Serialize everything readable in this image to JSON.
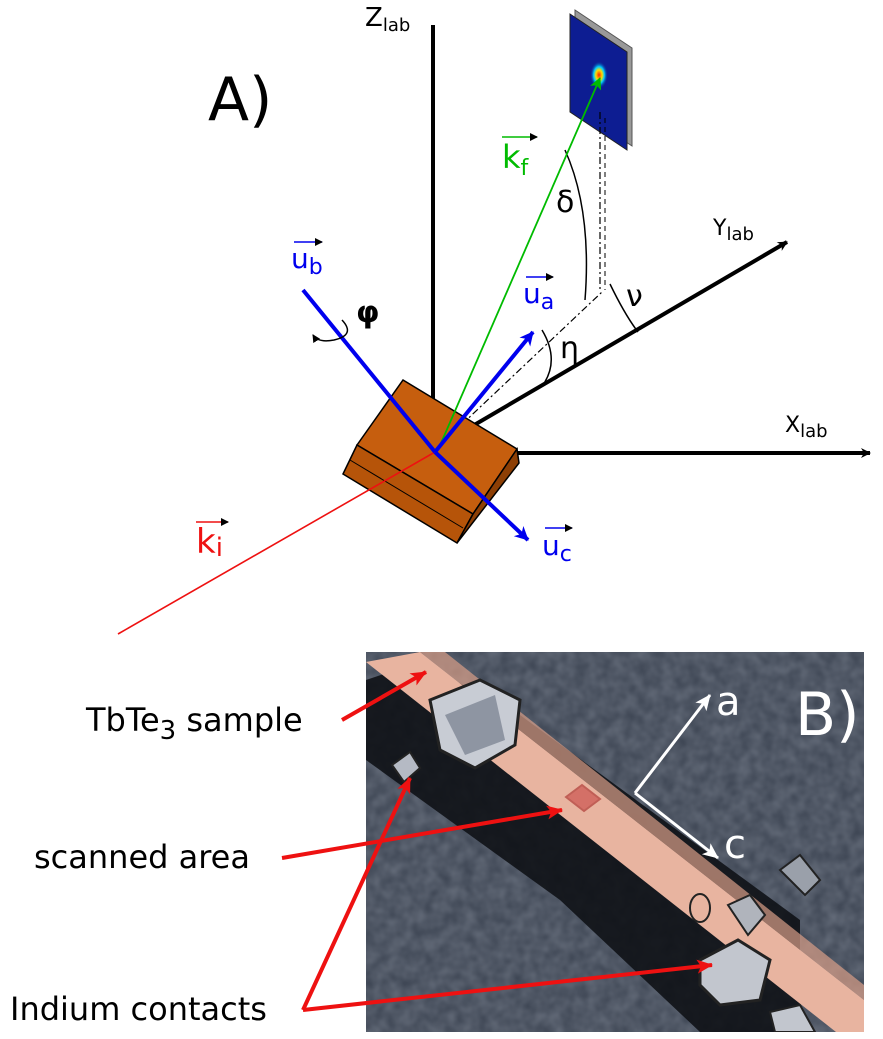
{
  "panel_a": {
    "label": "A)",
    "axes": {
      "z": {
        "main": "Z",
        "sub": "lab"
      },
      "y": {
        "main": "Y",
        "sub": "lab"
      },
      "x": {
        "main": "X",
        "sub": "lab"
      }
    },
    "vectors": {
      "ki": {
        "main": "k",
        "sub": "i",
        "color": "#ff0000"
      },
      "kf": {
        "main": "k",
        "sub": "f",
        "color": "#00bb00"
      },
      "ua": {
        "main": "u",
        "sub": "a",
        "color": "#0000ee"
      },
      "ub": {
        "main": "u",
        "sub": "b",
        "color": "#0000ee"
      },
      "uc": {
        "main": "u",
        "sub": "c",
        "color": "#0000ee"
      }
    },
    "angles": {
      "phi": "φ",
      "delta": "δ",
      "nu": "ν",
      "eta": "η"
    },
    "colors": {
      "sample": "#c65e0e",
      "axis": "#000000"
    }
  },
  "panel_b": {
    "label": "B)",
    "annotations": {
      "sample": {
        "text": "TbTe",
        "sub": "3",
        "suffix": " sample"
      },
      "scanned": "scanned area",
      "indium": "Indium contacts"
    },
    "directions": {
      "a": "a",
      "c": "c"
    },
    "colors": {
      "arrow": "#ee1111",
      "crystal": "#e8b4a0",
      "background": "#3a4250"
    }
  }
}
